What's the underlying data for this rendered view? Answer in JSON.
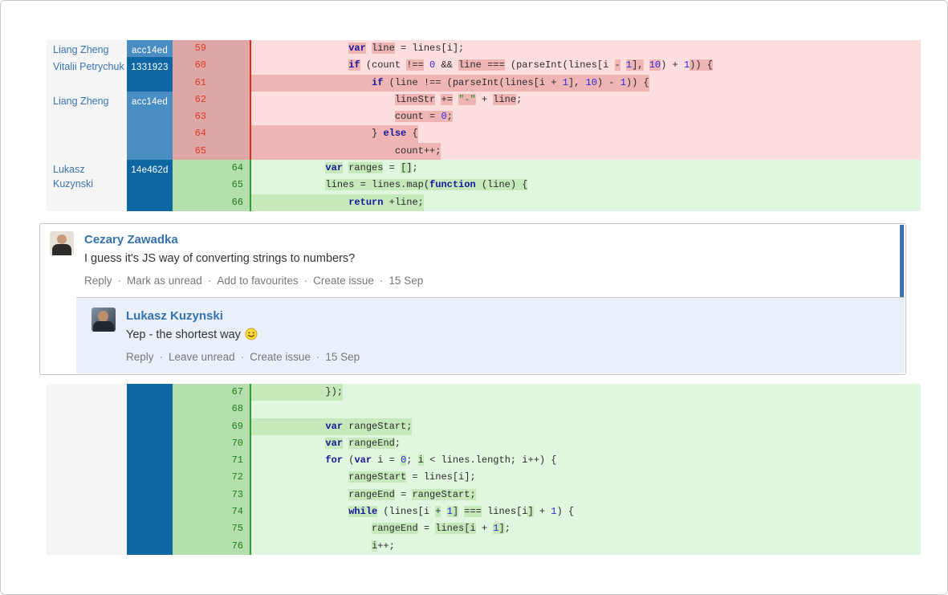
{
  "colors": {
    "author_link": "#3b73af",
    "commit_light_blue": "#4a8dc2",
    "commit_dark_blue": "#0e67a3",
    "deleted_bg": "#fcdede",
    "deleted_word_highlight": "#efb5b5",
    "deleted_gutter_bg": "#dfa6a6",
    "deleted_accent": "#d42f1e",
    "added_bg": "#e1f6df",
    "added_word_highlight": "#c5e9bb",
    "added_gutter_bg": "#b5dead",
    "added_accent": "#2f9e31",
    "reply_panel_bg": "#e9f0f9",
    "unread_indicator": "#3b73af"
  },
  "diff": {
    "top": {
      "author_groups": [
        {
          "author": "Liang Zheng",
          "commit": "acc14ed",
          "rows": 1,
          "shade": "light"
        },
        {
          "author": "Vitalii Petrychuk",
          "commit": "1331923",
          "rows": 2,
          "shade": "dark"
        },
        {
          "author": "Liang Zheng",
          "commit": "acc14ed",
          "rows": 4,
          "shade": "light"
        },
        {
          "author": "Lukasz Kuzynski",
          "commit": "14e462d",
          "rows": 3,
          "shade": "dark"
        }
      ],
      "lines": [
        {
          "t": "del",
          "old": "59",
          "s": [
            [
              "                "
            ],
            [
              "var",
              "t-kw hl"
            ],
            [
              " "
            ],
            [
              "line",
              "hl"
            ],
            [
              " = lines[i];"
            ]
          ]
        },
        {
          "t": "del",
          "old": "60",
          "s": [
            [
              "                "
            ],
            [
              "if",
              "t-kw hl"
            ],
            [
              " (count "
            ],
            [
              "!==",
              "hl"
            ],
            [
              " "
            ],
            [
              "0",
              "t-num"
            ],
            [
              " && "
            ],
            [
              "line ===",
              "hl"
            ],
            [
              " (parseInt(lines[i "
            ],
            [
              "-",
              "hl"
            ],
            [
              " "
            ],
            [
              "1",
              "t-num hl"
            ],
            [
              "],",
              "hl"
            ],
            [
              " "
            ],
            [
              "10",
              "t-num hl"
            ],
            [
              ") + "
            ],
            [
              "1",
              "t-num"
            ],
            [
              ")) {",
              "hl"
            ]
          ]
        },
        {
          "t": "del",
          "old": "61",
          "fh": 1,
          "s": [
            [
              "                    "
            ],
            [
              "if",
              "t-kw"
            ],
            [
              " (line !== (parseInt(lines[i + "
            ],
            [
              "1",
              "t-num"
            ],
            [
              "], "
            ],
            [
              "10",
              "t-num"
            ],
            [
              ") - "
            ],
            [
              "1",
              "t-num"
            ],
            [
              ")) {"
            ]
          ]
        },
        {
          "t": "del",
          "old": "62",
          "s": [
            [
              "                        "
            ],
            [
              "lineStr",
              "hl"
            ],
            [
              " "
            ],
            [
              "+=",
              "hl"
            ],
            [
              " "
            ],
            [
              "\"-\"",
              "t-str hl"
            ],
            [
              " + "
            ],
            [
              "line",
              "hl"
            ],
            [
              ";"
            ]
          ]
        },
        {
          "t": "del",
          "old": "63",
          "s": [
            [
              "                        "
            ],
            [
              "count = ",
              "hl"
            ],
            [
              "0",
              "t-num hl"
            ],
            [
              ";",
              "hl"
            ]
          ]
        },
        {
          "t": "del",
          "old": "64",
          "fh": 1,
          "s": [
            [
              "                    } "
            ],
            [
              "else",
              "t-kw"
            ],
            [
              " {"
            ]
          ]
        },
        {
          "t": "del",
          "old": "65",
          "fh": 1,
          "s": [
            [
              "                        count++;"
            ]
          ]
        },
        {
          "t": "add",
          "new": "64",
          "s": [
            [
              "            "
            ],
            [
              "var",
              "t-kw hl"
            ],
            [
              " "
            ],
            [
              "ranges",
              "hl"
            ],
            [
              " = "
            ],
            [
              "[]",
              "hl"
            ],
            [
              ";"
            ]
          ]
        },
        {
          "t": "add",
          "new": "65",
          "s": [
            [
              "            "
            ],
            [
              "lines = lines.map(",
              "hl"
            ],
            [
              "function",
              "t-kw hl"
            ],
            [
              " (line) {",
              "hl"
            ]
          ]
        },
        {
          "t": "add",
          "new": "66",
          "fh": 1,
          "s": [
            [
              "                "
            ],
            [
              "return",
              "t-kw"
            ],
            [
              " +line;"
            ]
          ]
        }
      ]
    },
    "bottom": {
      "author_groups": [
        {
          "author": "",
          "commit": "",
          "rows": 10,
          "shade": "dark"
        }
      ],
      "lines": [
        {
          "t": "add",
          "new": "67",
          "fh": 1,
          "s": [
            [
              "            });"
            ]
          ]
        },
        {
          "t": "add",
          "new": "68",
          "s": [
            [
              ""
            ]
          ]
        },
        {
          "t": "add",
          "new": "69",
          "fh": 1,
          "s": [
            [
              "            "
            ],
            [
              "var",
              "t-kw"
            ],
            [
              " rangeStart;"
            ]
          ]
        },
        {
          "t": "add",
          "new": "70",
          "s": [
            [
              "            "
            ],
            [
              "var",
              "t-kw hl"
            ],
            [
              " "
            ],
            [
              "rangeEnd",
              "hl"
            ],
            [
              ";"
            ]
          ]
        },
        {
          "t": "add",
          "new": "71",
          "s": [
            [
              "            "
            ],
            [
              "for",
              "t-kw"
            ],
            [
              " ("
            ],
            [
              "var",
              "t-kw"
            ],
            [
              " i = "
            ],
            [
              "0",
              "t-num hl"
            ],
            [
              "; "
            ],
            [
              "i",
              "hl"
            ],
            [
              " < lines.length; i++) {"
            ]
          ]
        },
        {
          "t": "add",
          "new": "72",
          "s": [
            [
              "                "
            ],
            [
              "rangeStart",
              "hl"
            ],
            [
              " = lines[i];"
            ]
          ]
        },
        {
          "t": "add",
          "new": "73",
          "s": [
            [
              "                "
            ],
            [
              "rangeEnd",
              "hl"
            ],
            [
              " = "
            ],
            [
              "rangeStart;",
              "hl"
            ]
          ]
        },
        {
          "t": "add",
          "new": "74",
          "s": [
            [
              "                "
            ],
            [
              "while",
              "t-kw hl"
            ],
            [
              " (lines[i "
            ],
            [
              "+",
              "hl"
            ],
            [
              " "
            ],
            [
              "1",
              "t-num hl"
            ],
            [
              "]",
              "hl"
            ],
            [
              " "
            ],
            [
              "===",
              "hl"
            ],
            [
              " lines[i"
            ],
            [
              "]",
              "hl"
            ],
            [
              " + "
            ],
            [
              "1",
              "t-num"
            ],
            [
              ") {"
            ]
          ]
        },
        {
          "t": "add",
          "new": "75",
          "s": [
            [
              "                    "
            ],
            [
              "rangeEnd",
              "hl"
            ],
            [
              " = "
            ],
            [
              "lines[i",
              "hl"
            ],
            [
              " + "
            ],
            [
              "1",
              "t-num hl"
            ],
            [
              "]",
              "hl"
            ],
            [
              ";"
            ]
          ]
        },
        {
          "t": "add",
          "new": "76",
          "s": [
            [
              "                    "
            ],
            [
              "i",
              "hl"
            ],
            [
              "++;"
            ]
          ]
        }
      ]
    }
  },
  "comments": {
    "root": {
      "author": "Cezary Zawadka",
      "body": "I guess it's JS way of converting strings to numbers?",
      "actions": [
        "Reply",
        "Mark as unread",
        "Add to favourites",
        "Create issue"
      ],
      "date": "15 Sep"
    },
    "reply": {
      "author": "Lukasz Kuzynski",
      "body": "Yep - the shortest way",
      "emoticon": "smiley-icon",
      "actions": [
        "Reply",
        "Leave unread",
        "Create issue"
      ],
      "date": "15 Sep"
    }
  }
}
